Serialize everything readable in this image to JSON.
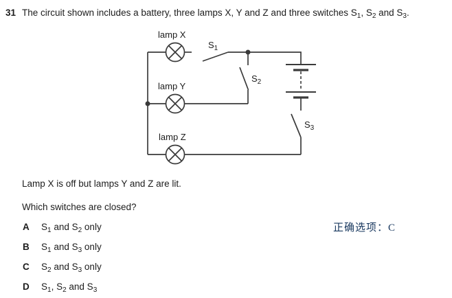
{
  "question": {
    "number": "31",
    "parts": [
      "The circuit shown includes a battery, three lamps X, Y and Z and three switches S",
      "1",
      ", S",
      "2",
      " and S",
      "3",
      "."
    ]
  },
  "circuit": {
    "lamp_x_label": "lamp X",
    "lamp_y_label": "lamp Y",
    "lamp_z_label": "lamp Z",
    "s1": {
      "base": "S",
      "sub": "1"
    },
    "s2": {
      "base": "S",
      "sub": "2"
    },
    "s3": {
      "base": "S",
      "sub": "3"
    },
    "line_color": "#3a3a3a"
  },
  "stem": {
    "condition": "Lamp X is off but lamps Y and Z are lit.",
    "prompt": "Which switches are closed?"
  },
  "options": [
    {
      "letter": "A",
      "parts": [
        "S",
        "1",
        " and S",
        "2",
        " only"
      ]
    },
    {
      "letter": "B",
      "parts": [
        "S",
        "1",
        " and S",
        "3",
        " only"
      ]
    },
    {
      "letter": "C",
      "parts": [
        "S",
        "2",
        " and S",
        "3",
        " only"
      ]
    },
    {
      "letter": "D",
      "parts": [
        "S",
        "1",
        ", S",
        "2",
        " and S",
        "3"
      ]
    }
  ],
  "answer_note": {
    "text": "正确选项：C",
    "color": "#17375E"
  }
}
